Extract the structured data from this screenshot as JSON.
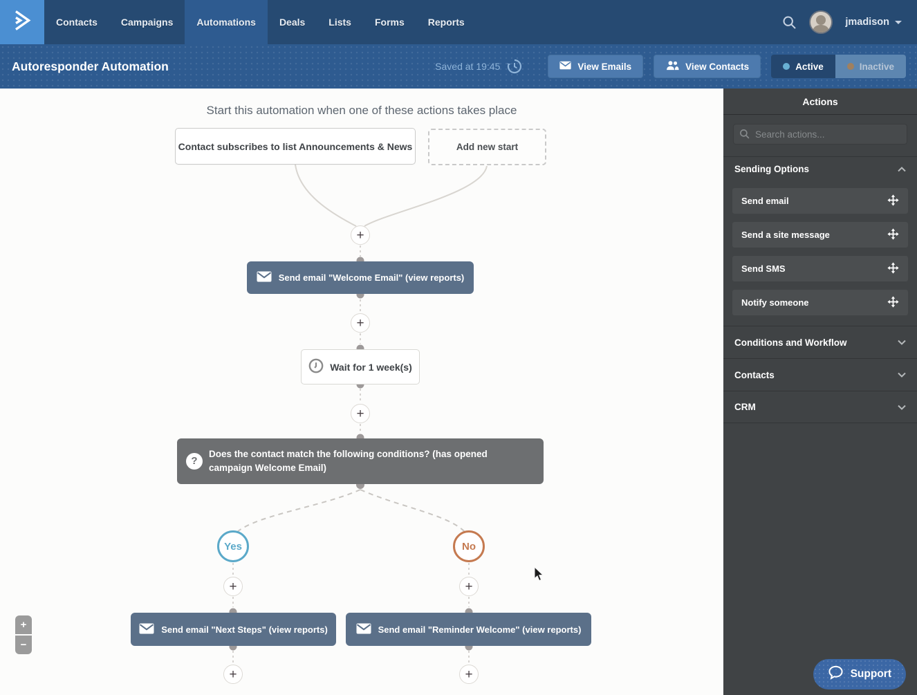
{
  "nav": {
    "tabs": [
      {
        "label": "Contacts",
        "active": false
      },
      {
        "label": "Campaigns",
        "active": false
      },
      {
        "label": "Automations",
        "active": true
      },
      {
        "label": "Deals",
        "active": false
      },
      {
        "label": "Lists",
        "active": false
      },
      {
        "label": "Forms",
        "active": false
      },
      {
        "label": "Reports",
        "active": false
      }
    ],
    "user": "jmadison"
  },
  "header": {
    "title": "Autoresponder Automation",
    "saved_label": "Saved at 19:45",
    "view_emails_label": "View Emails",
    "view_contacts_label": "View Contacts",
    "active_label": "Active",
    "inactive_label": "Inactive"
  },
  "canvas": {
    "start_heading": "Start this automation when one of these actions takes place",
    "start_trigger": "Contact subscribes to list Announcements & News",
    "add_new_start": "Add new start",
    "node_welcome": "Send email \"Welcome Email\" (view reports)",
    "node_wait": "Wait for 1 week(s)",
    "node_condition": "Does the contact match the following conditions? (has opened campaign Welcome Email)",
    "branch_yes": "Yes",
    "branch_no": "No",
    "node_next_steps": "Send email \"Next Steps\" (view reports)",
    "node_reminder": "Send email \"Reminder Welcome\" (view reports)"
  },
  "sidebar": {
    "title": "Actions",
    "search_placeholder": "Search actions...",
    "sending_options": {
      "label": "Sending Options",
      "expanded": true,
      "items": [
        "Send email",
        "Send a site message",
        "Send SMS",
        "Notify someone"
      ]
    },
    "collapsed_sections": [
      {
        "label": "Conditions and Workflow"
      },
      {
        "label": "Contacts"
      },
      {
        "label": "CRM"
      }
    ]
  },
  "support": {
    "label": "Support"
  },
  "glyphs": {
    "plus": "+",
    "minus": "−",
    "question": "?"
  },
  "icons": {
    "logo": "activecampaign-chevron-icon",
    "nav_search": "search-icon",
    "user_menu": "chevron-down-icon",
    "saved": "history-icon",
    "view_emails": "envelope-icon",
    "view_contacts": "people-icon",
    "email_nodes": "envelope-icon",
    "wait_node": "clock-icon",
    "condition_node": "question-icon",
    "sidebar_search": "search-icon",
    "drag_handle": "move-icon",
    "section_expanded": "chevron-up-icon",
    "section_collapsed": "chevron-down-icon",
    "support": "chat-bubble-icon"
  },
  "colors": {
    "nav_bg": "#264a72",
    "logo_bg": "#4b8fd2",
    "header_bg": "#2e5b90",
    "header_button": "#4d7aae",
    "active_toggle_bg": "#24466e",
    "active_dot": "#68b0d3",
    "inactive_toggle_bg": "#5d86b0",
    "inactive_dot": "#a0805f",
    "email_node": "#5b7089",
    "condition_node": "#6d6f71",
    "yes_branch": "#5ba9c9",
    "no_branch": "#c57a50",
    "sidebar_bg": "#404345",
    "support_bg": "#3b67a5"
  }
}
